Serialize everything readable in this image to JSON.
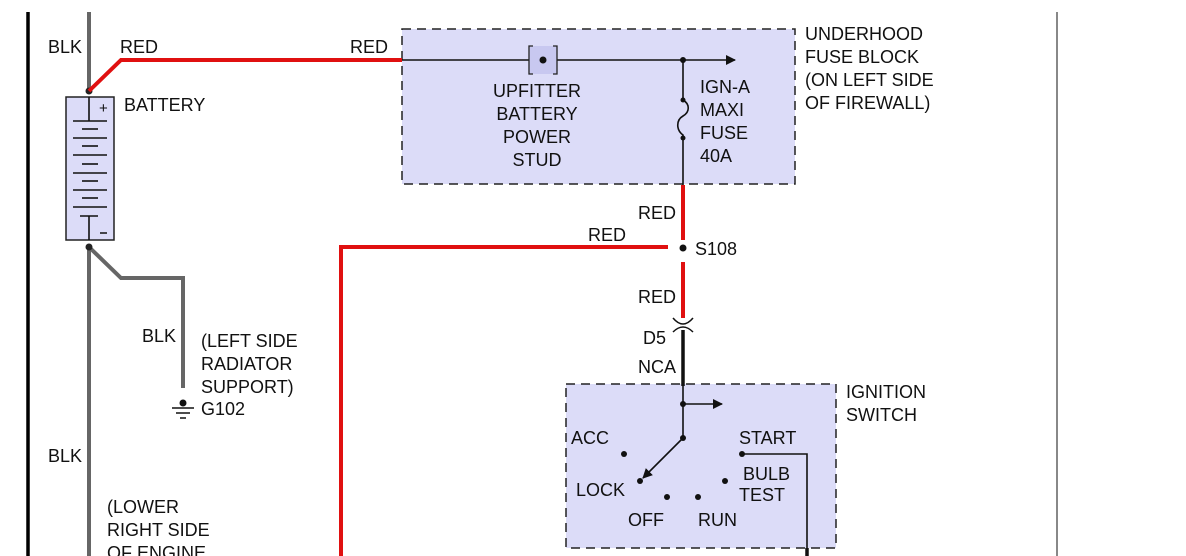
{
  "diagram": {
    "wire_colors": {
      "red": "#e01010",
      "blk": "#666666",
      "box_fill": "#dcdcf8"
    },
    "labels": {
      "blk_top": "BLK",
      "red_battery": "RED",
      "red_fuseblock": "RED",
      "battery": "BATTERY",
      "underhood": [
        "UNDERHOOD",
        "FUSE BLOCK",
        "(ON LEFT SIDE",
        "OF FIREWALL)"
      ],
      "upfitter": [
        "UPFITTER",
        "BATTERY",
        "POWER",
        "STUD"
      ],
      "fuse": [
        "IGN-A",
        "MAXI",
        "FUSE",
        "40A"
      ],
      "red_fuse_out": "RED",
      "red_splice_left": "RED",
      "splice": "S108",
      "red_splice_down": "RED",
      "connector": "D5",
      "nca": "NCA",
      "ignition_switch": [
        "IGNITION",
        "SWITCH"
      ],
      "blk_ground": "BLK",
      "ground_location": [
        "(LEFT SIDE",
        "RADIATOR",
        "SUPPORT)"
      ],
      "ground": "G102",
      "blk_lower": "BLK",
      "lower_location": [
        "(LOWER",
        "RIGHT SIDE",
        "OF ENGINE"
      ],
      "switch_positions": {
        "acc": "ACC",
        "lock": "LOCK",
        "off": "OFF",
        "run": "RUN",
        "bulb_test": [
          "BULB",
          "TEST"
        ],
        "start": "START"
      }
    }
  }
}
